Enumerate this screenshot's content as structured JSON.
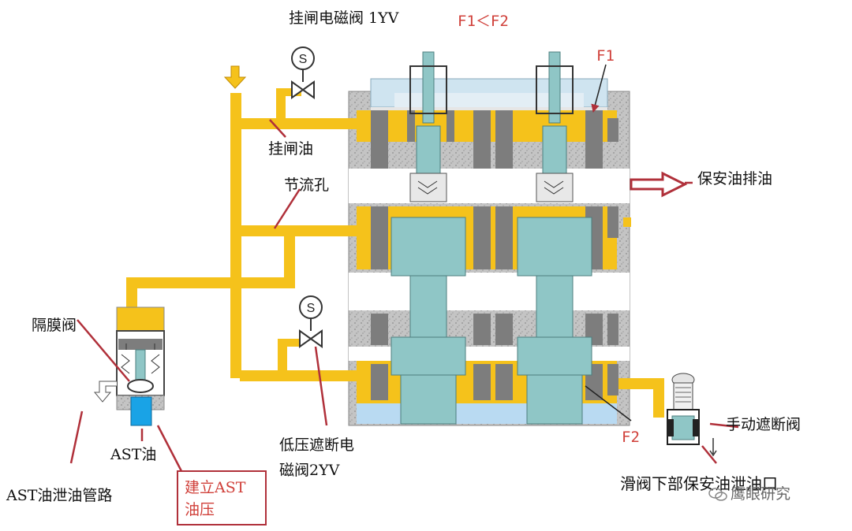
{
  "labels": {
    "trip_solenoid": "挂闸电磁阀 1YV",
    "force_compare": "F1＜F2",
    "f1": "F1",
    "trip_oil": "挂闸油",
    "orifice": "节流孔",
    "safety_drain": "保安油排油",
    "diaphragm_valve": "隔膜阀",
    "ast_oil": "AST油",
    "ast_drain_pipe": "AST油泄油管路",
    "build_ast_line1": "建立AST",
    "build_ast_line2": "油压",
    "low_pressure_line1": "低压遮断电",
    "low_pressure_line2": "磁阀2YV",
    "f2": "F2",
    "manual_valve": "手动遮断阀",
    "slide_drain": "滑阀下部保安油泄油口",
    "watermark": "鹰眼研究",
    "solenoid_symbol": "S"
  },
  "colors": {
    "oil_yellow": "#f5c21b",
    "body_gray": "#c8c8c8",
    "block_dark": "#7d7d7d",
    "spool_teal": "#8fc6c6",
    "chamber_blue": "#b9daf2",
    "ast_blue": "#19a3e6",
    "callout_red": "#b0303a",
    "text_red": "#d0403a"
  }
}
